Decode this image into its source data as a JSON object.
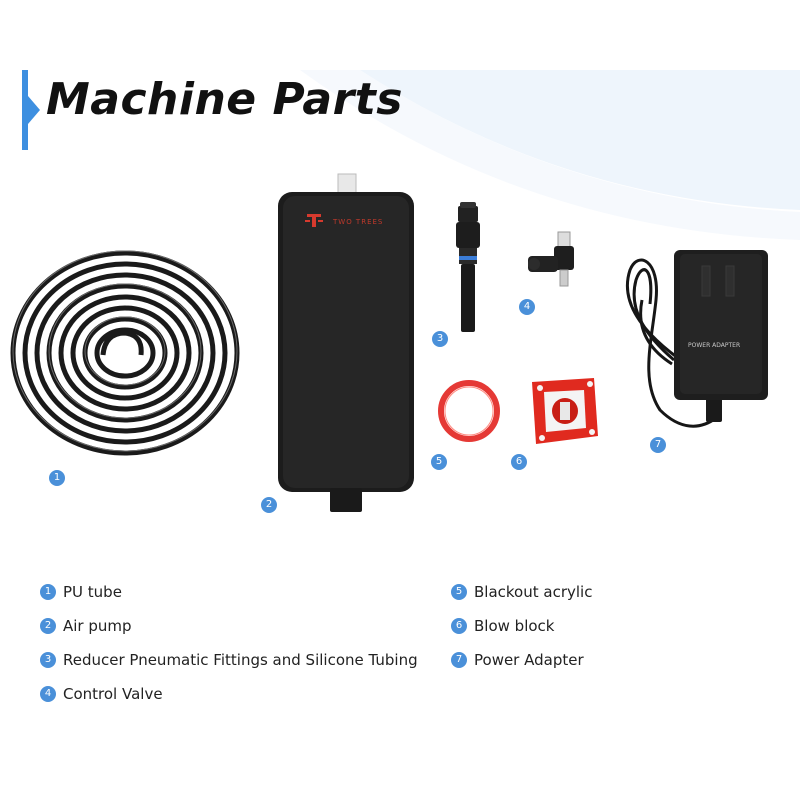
{
  "title": "Machine Parts",
  "brand": "TWO TREES",
  "adapter_label": "POWER ADAPTER",
  "colors": {
    "accent": "#4a90d9",
    "title_bar": "#3d8fe0",
    "blow_block": "#e02a1f",
    "acrylic_ring": "#e53935"
  },
  "badges": [
    "1",
    "2",
    "3",
    "4",
    "5",
    "6",
    "7"
  ],
  "legend_left": [
    {
      "num": "1",
      "label": "PU tube"
    },
    {
      "num": "2",
      "label": "Air pump"
    },
    {
      "num": "3",
      "label": "Reducer Pneumatic Fittings and Silicone Tubing"
    },
    {
      "num": "4",
      "label": "Control Valve"
    }
  ],
  "legend_right": [
    {
      "num": "5",
      "label": "Blackout acrylic"
    },
    {
      "num": "6",
      "label": "Blow block"
    },
    {
      "num": "7",
      "label": "Power Adapter"
    }
  ]
}
